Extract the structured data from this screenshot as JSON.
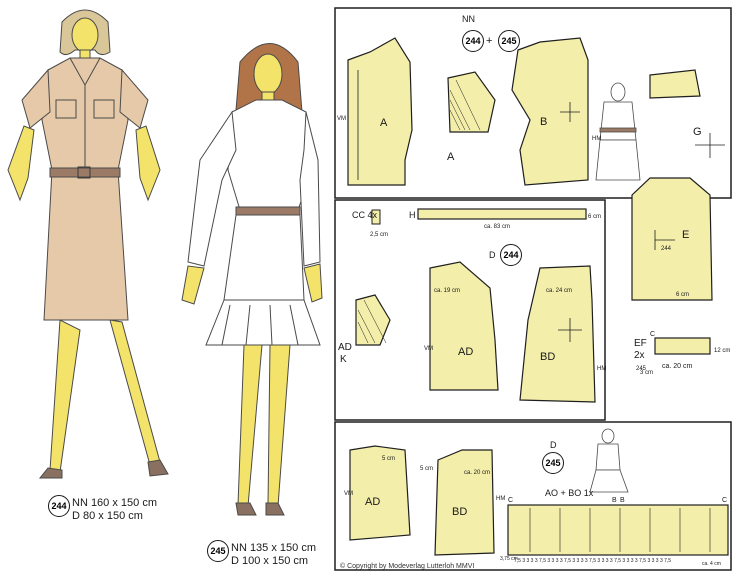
{
  "colors": {
    "paper": "#ffffff",
    "piece_fill": "#f3eeaa",
    "line": "#1f1f1f",
    "skin": "#f4e36b",
    "dress244": "#e6c9a8",
    "outline": "#4a4a4a"
  },
  "figure244": {
    "badge": "244",
    "line1": "NN 160 x 150 cm",
    "line2": "D 80 x 150 cm"
  },
  "figure245": {
    "badge": "245",
    "line1": "NN 135 x 150 cm",
    "line2": "D 100 x 150 cm"
  },
  "panel_top": {
    "header": "NN",
    "badge_a": "244",
    "plus": "+",
    "badge_b": "245",
    "piece_a": "A",
    "piece_a2": "A",
    "piece_b": "B",
    "piece_e": "E",
    "piece_g": "G",
    "hm": "HM",
    "vm": "VM",
    "e_badge": "244",
    "ef_label": "EF",
    "ef_count": "2x",
    "ef_c": "C",
    "ef_width": "ca. 20 cm",
    "ef_height": "12 cm",
    "ef_3cm": "3 cm",
    "ef_badge": "245",
    "e_6cm": "6 cm"
  },
  "panel_mid": {
    "cc_label": "CC 4x",
    "cc_width": "2,5 cm",
    "h_label": "H",
    "h_length": "ca. 83 cm",
    "h_6cm": "6 cm",
    "d_label": "D",
    "d_badge": "244",
    "ad_label": "AD",
    "k_label": "K",
    "piece_ad": "AD",
    "piece_bd": "BD",
    "hm": "HM",
    "vm": "VM",
    "ad_19cm": "ca. 19 cm",
    "bd_24cm": "ca. 24 cm"
  },
  "panel_bot": {
    "d_label": "D",
    "d_badge": "245",
    "ao_bo": "AO + BO 1x",
    "piece_ad": "AD",
    "piece_bd": "BD",
    "hm": "HM",
    "vm": "VM",
    "c_left": "C",
    "c_right": "C",
    "bb_left": "B",
    "bb_right": "B",
    "cm5a": "5 cm",
    "cm5b": "5 cm",
    "cm20": "ca. 20 cm",
    "cm375": "3,75 cm",
    "cm4": "ca. 4 cm",
    "strip_nums": "7,5 3 3 3 3 7,5 3 3 3 3 7,5 3 3 3 3 7,5 3 3 3 3 7,5 3 3 3 3 7,5 3 3 3 3 7,5"
  },
  "copyright": "© Copyright by Modeverlag Lutterloh MMVI"
}
